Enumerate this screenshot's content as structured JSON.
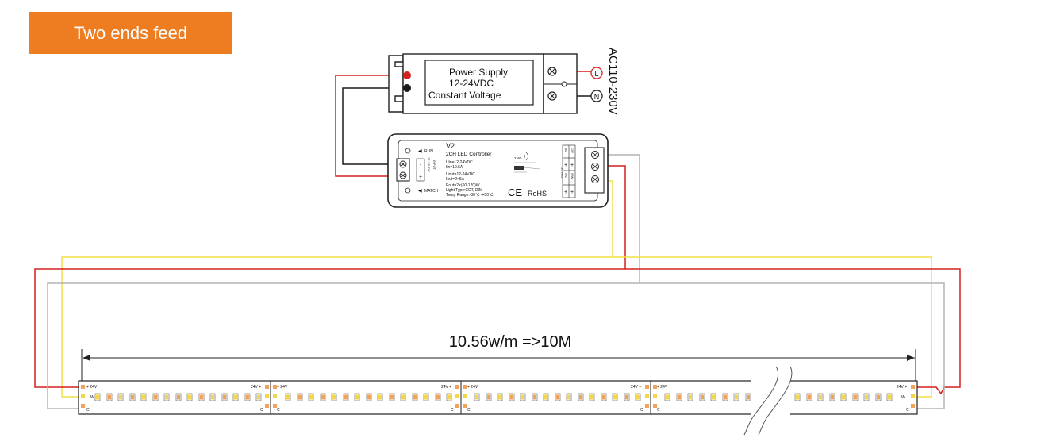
{
  "badge": {
    "label": "Two ends feed",
    "color": "#ee7d22"
  },
  "ac_input": {
    "label": "AC110-230V",
    "line_terminal": "L",
    "neutral_terminal": "N"
  },
  "power_supply": {
    "line1": "Power Supply",
    "line2": "12-24VDC",
    "line3": "Constant Voltage"
  },
  "controller": {
    "model": "V2",
    "name": "2CH LED Controller",
    "spec_in_1": "Uin=12-24VDC",
    "spec_in_2": "Iin=10.5A",
    "spec_out_1": "Uout=12-24VDC",
    "spec_out_2": "Iout=2×5A",
    "spec_out_3": "Pout=2×(60-120)W",
    "spec_out_4": "Light Type:CCT, DIM",
    "spec_out_5": "Temp Range:-30℃~+50℃",
    "run_label": "RUN",
    "match_label": "MATCH",
    "rf_label": "2.4G",
    "ce_label": "CE",
    "rohs_label": "RoHS",
    "input_label": "INPUT",
    "dc_label": "12-24VDC",
    "output_label": "OUTPUT",
    "out_cw": "CW",
    "out_ww": "WW"
  },
  "strip": {
    "spec_label": "10.56w/m =>10M",
    "pad_plus": "+ 24V",
    "pad_plus_alt": "24V +",
    "pad_w": "W",
    "pad_c": "C"
  },
  "wire_colors": {
    "red": "#d42020",
    "black": "#1a1a1a",
    "yellow": "#f0e040",
    "gray": "#b4b4b4"
  }
}
